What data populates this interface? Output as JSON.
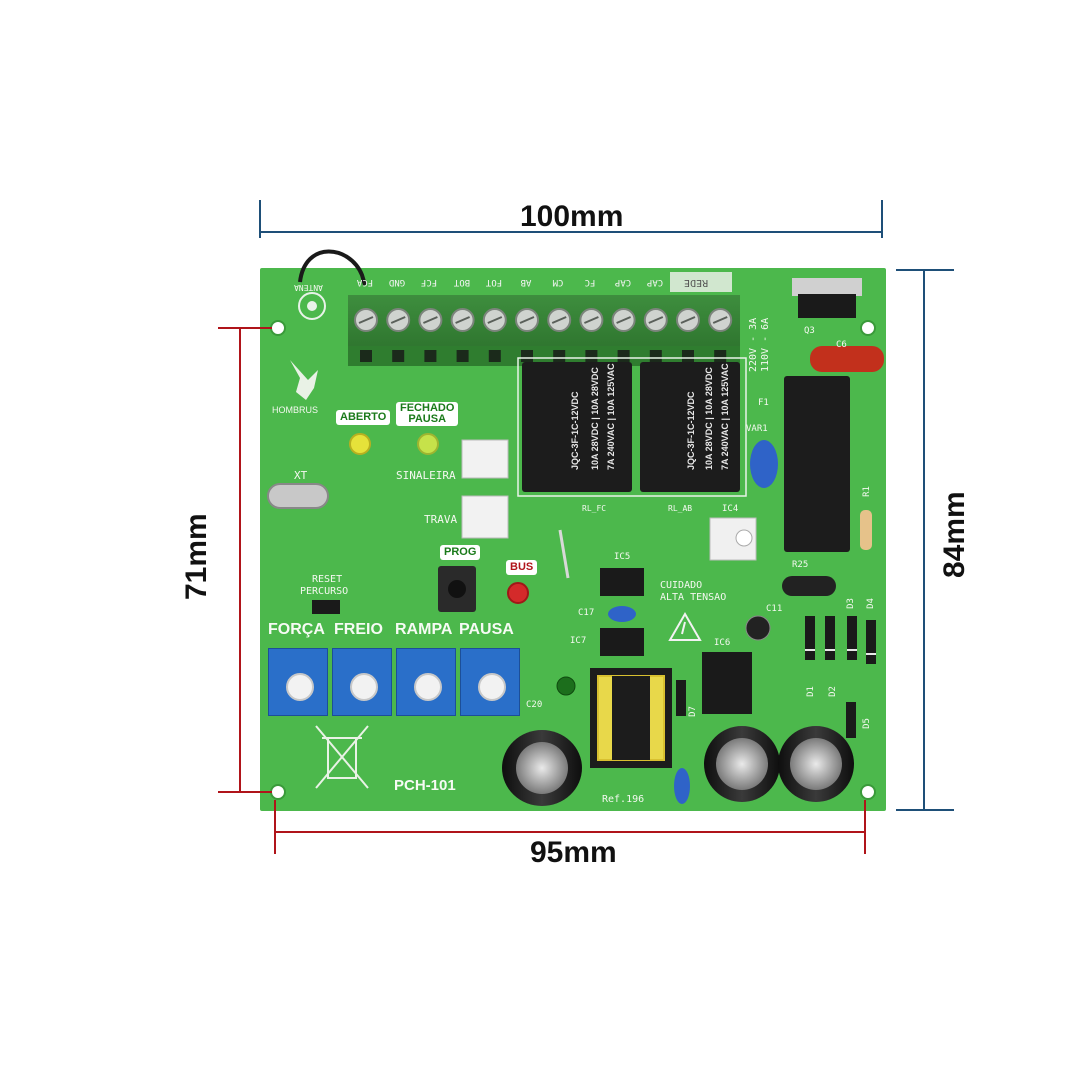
{
  "dimensions": {
    "top_width": "100mm",
    "bottom_width": "95mm",
    "left_height": "71mm",
    "right_height": "84mm"
  },
  "colors": {
    "board": "#4cb84c",
    "dim_blue": "#1e4f78",
    "dim_red": "#b0141a",
    "pot_blue": "#2a6fc9",
    "relay_black": "#1c1c1c"
  },
  "board": {
    "antenna_label": "ANTENA",
    "logo_text": "HOMBRUS",
    "led_aberto": "ABERTO",
    "led_fechado_line1": "FECHADO",
    "led_fechado_line2": "PAUSA",
    "sinaleira": "SINALEIRA",
    "trava": "TRAVA",
    "xt": "XT",
    "reset_line1": "RESET",
    "reset_line2": "PERCURSO",
    "prog": "PROG",
    "bus": "BUS",
    "pots": [
      "FORÇA",
      "FREIO",
      "RAMPA",
      "PAUSA"
    ],
    "model": "PCH-101",
    "ref": "Ref.196",
    "rede": "REDE",
    "terminals": [
      "FCA",
      "GND",
      "FCF",
      "BOT",
      "FOT",
      "AB",
      "CM",
      "FC",
      "CAP",
      "CAP"
    ],
    "relay_labels": [
      "RL_FC",
      "RL_AB"
    ],
    "relay_text": [
      "JQC-3F-1C-12VDC",
      "10A 28VDC | 10A 28VDC",
      "7A 240VAC | 10A 125VAC"
    ],
    "cuidado_line1": "CUIDADO",
    "cuidado_line2": "ALTA TENSAO",
    "voltage_line1": "220V - 3A",
    "voltage_line2": "110V - 6A",
    "components": {
      "ic4": "IC4",
      "ic5": "IC5",
      "ic6": "IC6",
      "ic7": "IC7",
      "c17": "C17",
      "c20": "C20",
      "c11": "C11",
      "c6": "C6",
      "r25": "R25",
      "r1": "R1",
      "q3": "Q3",
      "var1": "VAR1",
      "f1": "F1",
      "d1": "D1",
      "d2": "D2",
      "d3": "D3",
      "d4": "D4",
      "d5": "D5",
      "d7": "D7"
    }
  }
}
